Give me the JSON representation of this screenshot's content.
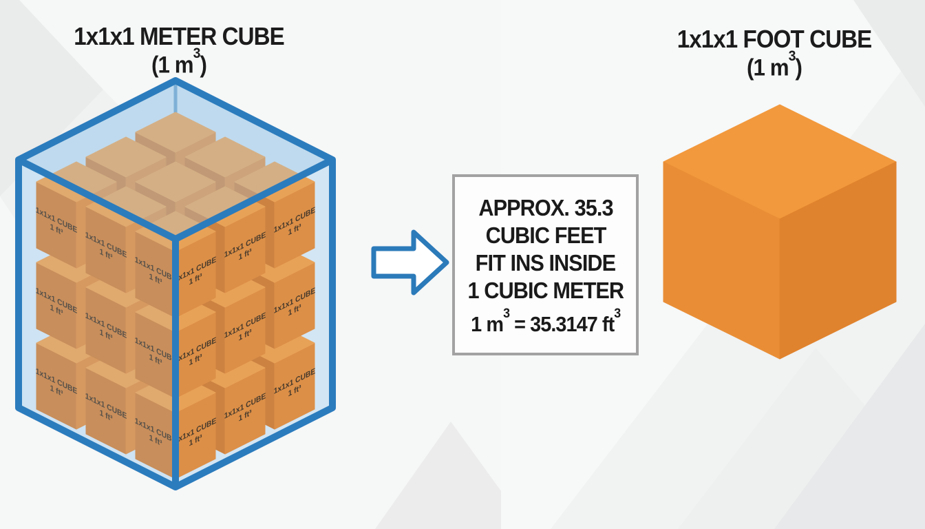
{
  "left_panel": {
    "title_line1": "1x1x1 METER CUBE",
    "title_line2": {
      "prefix": "(1 m",
      "sup": "3",
      "suffix": ")"
    }
  },
  "right_panel": {
    "title_line1": "1x1x1 FOOT CUBE",
    "title_line2": {
      "prefix": "(1 m",
      "sup": "3",
      "suffix": ")"
    }
  },
  "info_box": {
    "lines": [
      "APPROX. 35.3",
      "CUBIC FEET",
      "FIT INS INSIDE",
      "1 CUBIC METER"
    ],
    "formula": {
      "p1": "1 m",
      "s1": "3",
      "p2": " = 35.3147 ft",
      "s2": "3"
    },
    "border_color": "#a2a2a2"
  },
  "arrow": {
    "color": "#2b7ab9",
    "fill": "#ffffff"
  },
  "meter_cube": {
    "grid": 3,
    "frame_color": "#2b7cbd",
    "glass_fill": "#d7e8f5",
    "glass_top_fill": "#cbe1f1",
    "small_cube": {
      "label_line1": "1x1x1 CUBE",
      "label_line2": "1 ft³",
      "top": "#ef9a42",
      "left": "#cf7628",
      "right": "#e2852f",
      "label_color": "#35220f"
    }
  },
  "foot_cube": {
    "top": "#f2993d",
    "left": "#e98e36",
    "right": "#e0832e"
  }
}
